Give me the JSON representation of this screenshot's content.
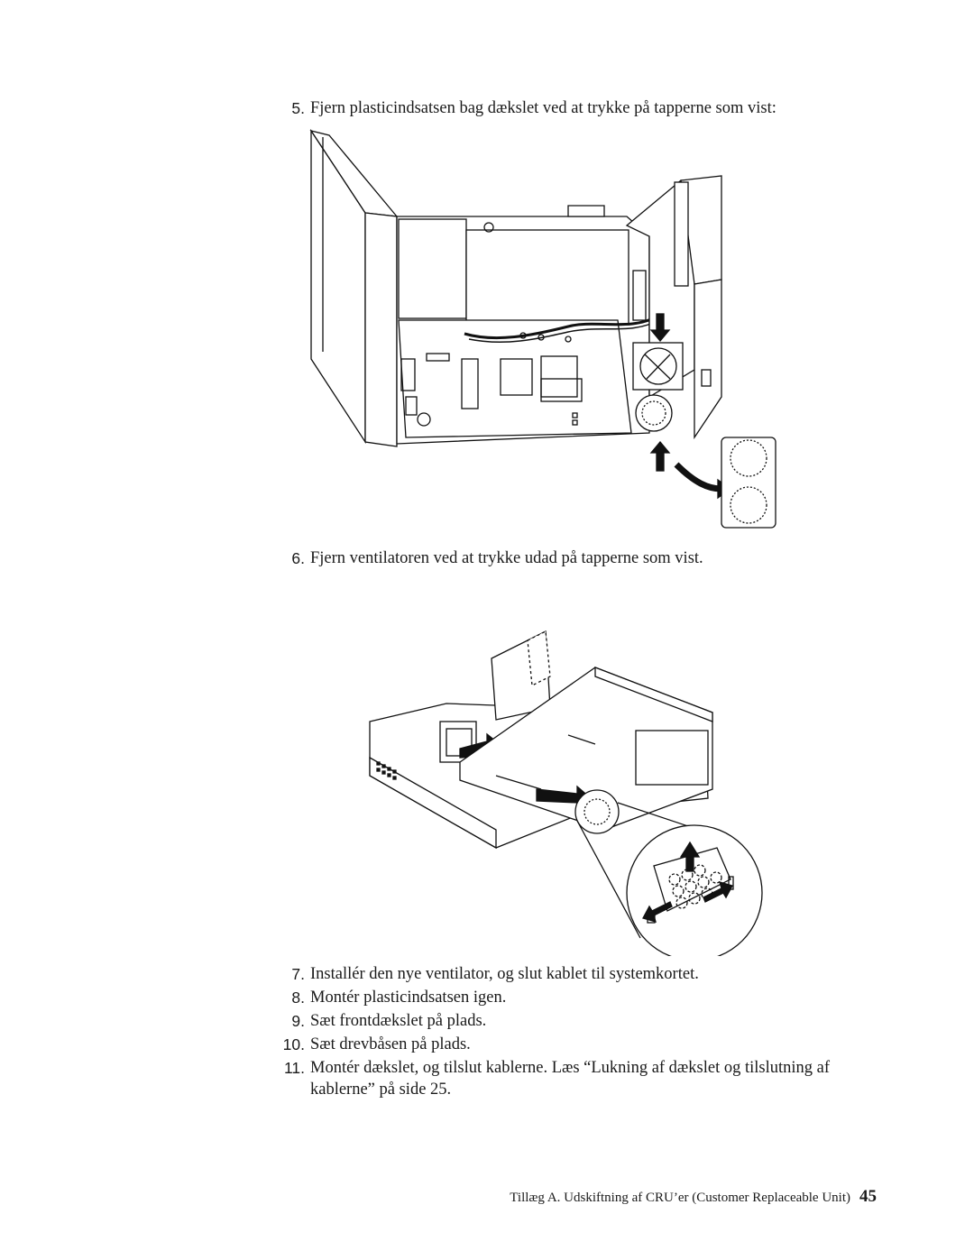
{
  "steps": [
    {
      "num": "5.",
      "text": "Fjern plasticindsatsen bag dækslet ved at trykke på tapperne som vist:"
    },
    {
      "num": "6.",
      "text": "Fjern ventilatoren ved at trykke udad på tapperne som vist."
    },
    {
      "num": "7.",
      "text": "Installér den nye ventilator, og slut kablet til systemkortet."
    },
    {
      "num": "8.",
      "text": "Montér plasticindsatsen igen."
    },
    {
      "num": "9.",
      "text": "Sæt frontdækslet på plads."
    },
    {
      "num": "10.",
      "text": "Sæt drevbåsen på plads."
    },
    {
      "num": "11.",
      "text": "Montér dækslet, og tilslut kablerne. Læs “Lukning af dækslet og tilslutning af",
      "text2": "kablerne” på side 25."
    }
  ],
  "footer": {
    "title": "Tillæg A. Udskiftning af CRU’er (Customer Replaceable Unit)",
    "page": "45"
  }
}
